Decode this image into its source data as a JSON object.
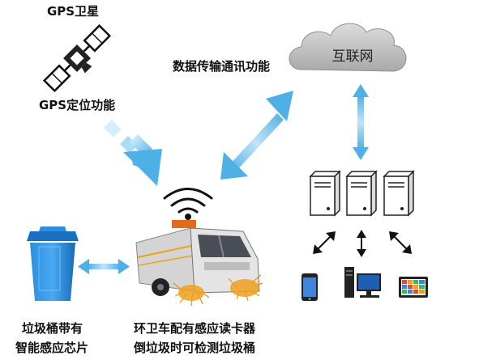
{
  "labels": {
    "gps_satellite": "GPS卫星",
    "gps_function": "GPS定位功能",
    "data_transfer": "数据传输通讯功能",
    "internet": "互联网",
    "bin_line1": "垃圾桶带有",
    "bin_line2": "智能感应芯片",
    "truck_line1": "环卫车配有感应读卡器",
    "truck_line2": "倒垃圾时可检测垃圾桶"
  },
  "icons": {
    "satellite": "satellite-icon",
    "cloud": "cloud-icon",
    "signal": "wifi-signal-icon",
    "truck": "street-sweeper-truck-icon",
    "bin": "trash-bin-icon",
    "server": "server-icon",
    "phone": "smartphone-icon",
    "desktop": "desktop-computer-icon",
    "tablet": "tablet-icon"
  },
  "colors": {
    "arrow_blue": "#5bb8e8",
    "cloud_gray": "#c9c9c9",
    "bin_blue": "#1c7fd0",
    "truck_gray": "#c7c7c7",
    "brush_orange": "#f0a020"
  }
}
